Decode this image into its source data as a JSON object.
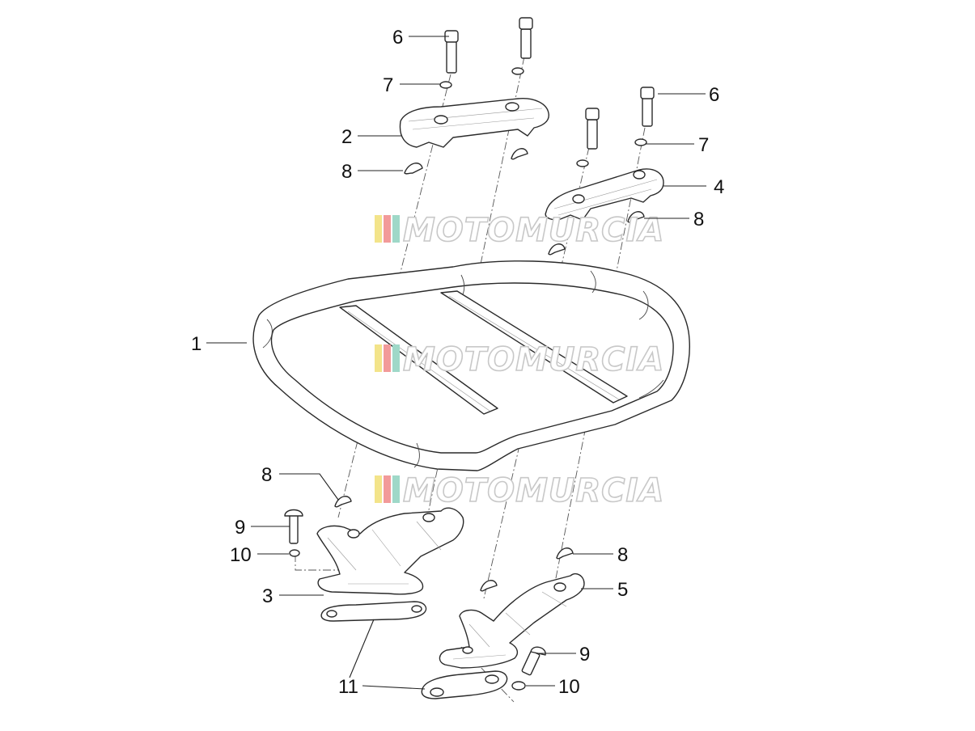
{
  "diagram": {
    "part_labels": [
      "1",
      "2",
      "3",
      "4",
      "5",
      "6",
      "7",
      "8",
      "9",
      "10",
      "11"
    ],
    "watermark": "MOTOMURCIA",
    "watermark_colors": [
      "#f3e48a",
      "#f29a9a",
      "#9fd8c8"
    ]
  }
}
